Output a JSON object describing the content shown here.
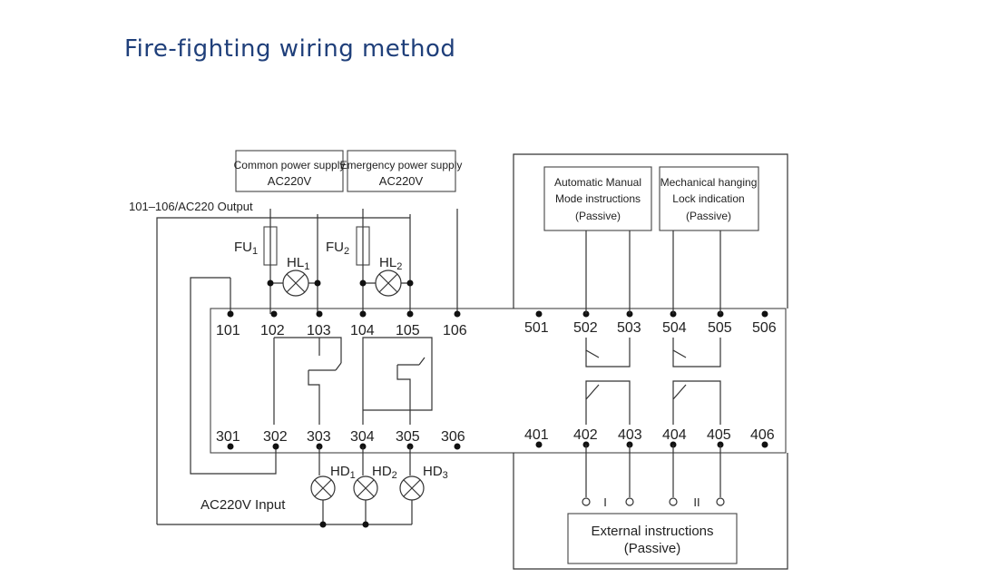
{
  "title": "Fire-fighting wiring method",
  "boxes": {
    "common_power": [
      "Common power supply",
      "AC220V"
    ],
    "emergency_power": [
      "Emergency power supply",
      "AC220V"
    ],
    "auto_manual": [
      "Automatic Manual",
      "Mode instructions",
      "(Passive)"
    ],
    "mech_lock": [
      "Mechanical hanging",
      "Lock indication",
      "(Passive)"
    ],
    "external": [
      "External instructions",
      "(Passive)"
    ]
  },
  "labels": {
    "output": "101–106/AC220  Output",
    "input": "AC220V Input",
    "fu1": "FU",
    "fu1_sub": "1",
    "fu2": "FU",
    "fu2_sub": "2",
    "hl1": "HL",
    "hl1_sub": "1",
    "hl2": "HL",
    "hl2_sub": "2",
    "hd1": "HD",
    "hd1_sub": "1",
    "hd2": "HD",
    "hd2_sub": "2",
    "hd3": "HD",
    "hd3_sub": "3",
    "ext_i": "I",
    "ext_ii": "II"
  },
  "terminals_top_left": [
    "101",
    "102",
    "103",
    "104",
    "105",
    "106"
  ],
  "terminals_top_right": [
    "501",
    "502",
    "503",
    "504",
    "505",
    "506"
  ],
  "terminals_bottom_left": [
    "301",
    "302",
    "303",
    "304",
    "305",
    "306"
  ],
  "terminals_bottom_right": [
    "401",
    "402",
    "403",
    "404",
    "405",
    "406"
  ]
}
